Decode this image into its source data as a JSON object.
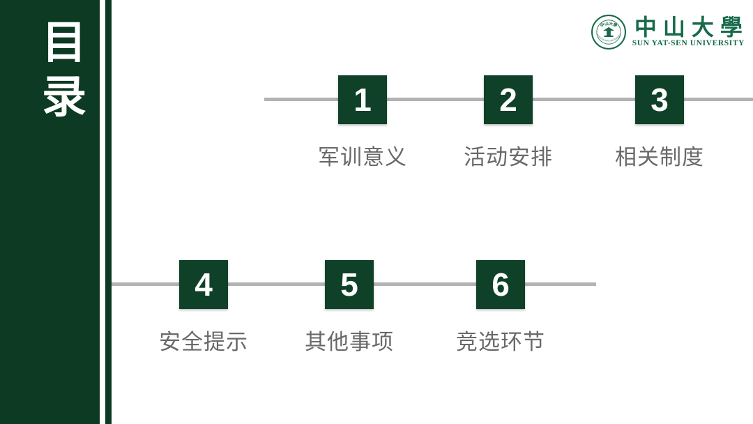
{
  "slide": {
    "title_chars": [
      "目",
      "录"
    ]
  },
  "logo": {
    "cn_name": "中山大學",
    "en_name": "SUN YAT-SEN UNIVERSITY",
    "seal_top_text": "中山大學",
    "seal_bottom_text": "SUN YAT-SEN UNIVERSITY"
  },
  "toc": {
    "items": [
      {
        "number": "1",
        "label": "军训意义"
      },
      {
        "number": "2",
        "label": "活动安排"
      },
      {
        "number": "3",
        "label": "相关制度"
      },
      {
        "number": "4",
        "label": "安全提示"
      },
      {
        "number": "5",
        "label": "其他事项"
      },
      {
        "number": "6",
        "label": "竞选环节"
      }
    ]
  },
  "colors": {
    "sidebar_green": "#0d3a23",
    "square_green": "#0f4129",
    "logo_green": "#176a4a",
    "line_gray": "#b3b3b3",
    "label_gray": "#696969"
  }
}
